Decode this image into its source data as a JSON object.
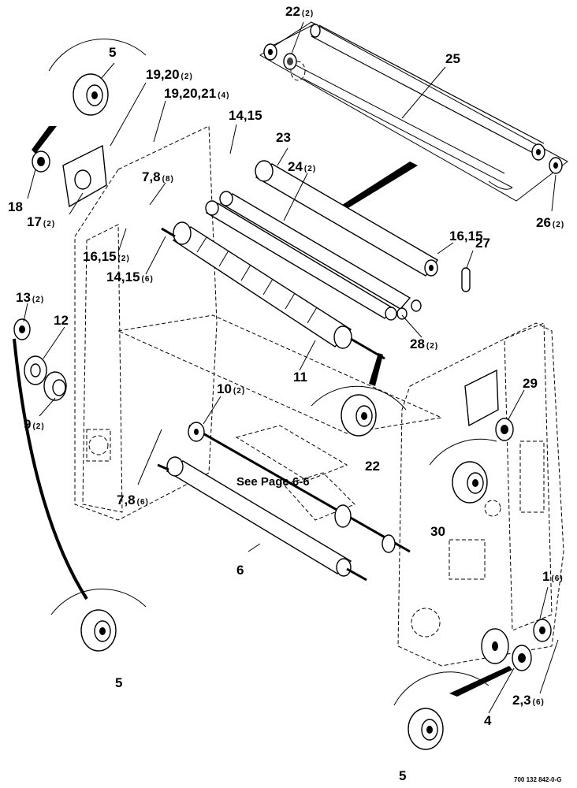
{
  "callouts": [
    {
      "num": "22",
      "qty": "(2)"
    },
    {
      "num": "25",
      "qty": ""
    },
    {
      "num": "5",
      "qty": ""
    },
    {
      "num": "19,20",
      "qty": "(2)"
    },
    {
      "num": "19,20,21",
      "qty": "(4)"
    },
    {
      "num": "14,15",
      "qty": ""
    },
    {
      "num": "23",
      "qty": ""
    },
    {
      "num": "24",
      "qty": "(2)"
    },
    {
      "num": "26",
      "qty": "(2)"
    },
    {
      "num": "18",
      "qty": ""
    },
    {
      "num": "7,8",
      "qty": "(8)"
    },
    {
      "num": "17",
      "qty": "(2)"
    },
    {
      "num": "16,15",
      "qty": "(2)"
    },
    {
      "num": "16,15",
      "qty": ""
    },
    {
      "num": "27",
      "qty": ""
    },
    {
      "num": "14,15",
      "qty": "(6)"
    },
    {
      "num": "13",
      "qty": "(2)"
    },
    {
      "num": "12",
      "qty": ""
    },
    {
      "num": "28",
      "qty": "(2)"
    },
    {
      "num": "11",
      "qty": ""
    },
    {
      "num": "29",
      "qty": ""
    },
    {
      "num": "9",
      "qty": "(2)"
    },
    {
      "num": "10",
      "qty": "(2)"
    },
    {
      "num": "22",
      "qty": ""
    },
    {
      "num": "7,8",
      "qty": "(6)"
    },
    {
      "num": "30",
      "qty": ""
    },
    {
      "num": "6",
      "qty": ""
    },
    {
      "num": "1",
      "qty": "(6)"
    },
    {
      "num": "5",
      "qty": ""
    },
    {
      "num": "2,3",
      "qty": "(6)"
    },
    {
      "num": "4",
      "qty": ""
    },
    {
      "num": "5",
      "qty": ""
    }
  ],
  "see_page": "See Page 6-6",
  "figure_number": "700 132 842-0-G"
}
